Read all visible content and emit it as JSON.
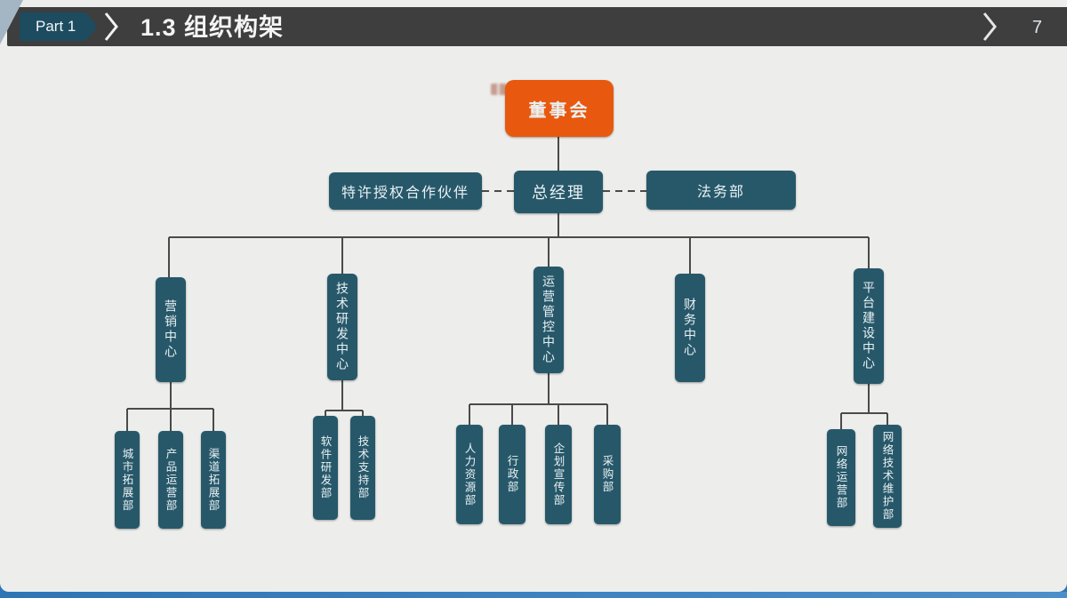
{
  "header": {
    "part_label": "Part 1",
    "title": "1.3 组织构架",
    "page_number": "7"
  },
  "org_chart": {
    "board": {
      "label": "董事会"
    },
    "general_manager": {
      "label": "总经理"
    },
    "partner": {
      "label": "特许授权合作伙伴"
    },
    "legal": {
      "label": "法务部"
    },
    "centers": [
      {
        "label": "营销中心",
        "children": [
          "城市拓展部",
          "产品运营部",
          "渠道拓展部"
        ]
      },
      {
        "label": "技术研发中心",
        "children": [
          "软件研发部",
          "技术支持部"
        ]
      },
      {
        "label": "运营管控中心",
        "children": [
          "人力资源部",
          "行政部",
          "企划宣传部",
          "采购部"
        ]
      },
      {
        "label": "财务中心",
        "children": []
      },
      {
        "label": "平台建设中心",
        "children": [
          "网络运营部",
          "网络技术维护部"
        ]
      }
    ]
  },
  "colors": {
    "accent_orange": "#E8590F",
    "box_teal": "#27586A",
    "header_bg": "#3E3E3E",
    "part_badge": "#1D4C60",
    "bottom_bar": "#2E75B6",
    "corner_accent": "#A4B6C4"
  }
}
